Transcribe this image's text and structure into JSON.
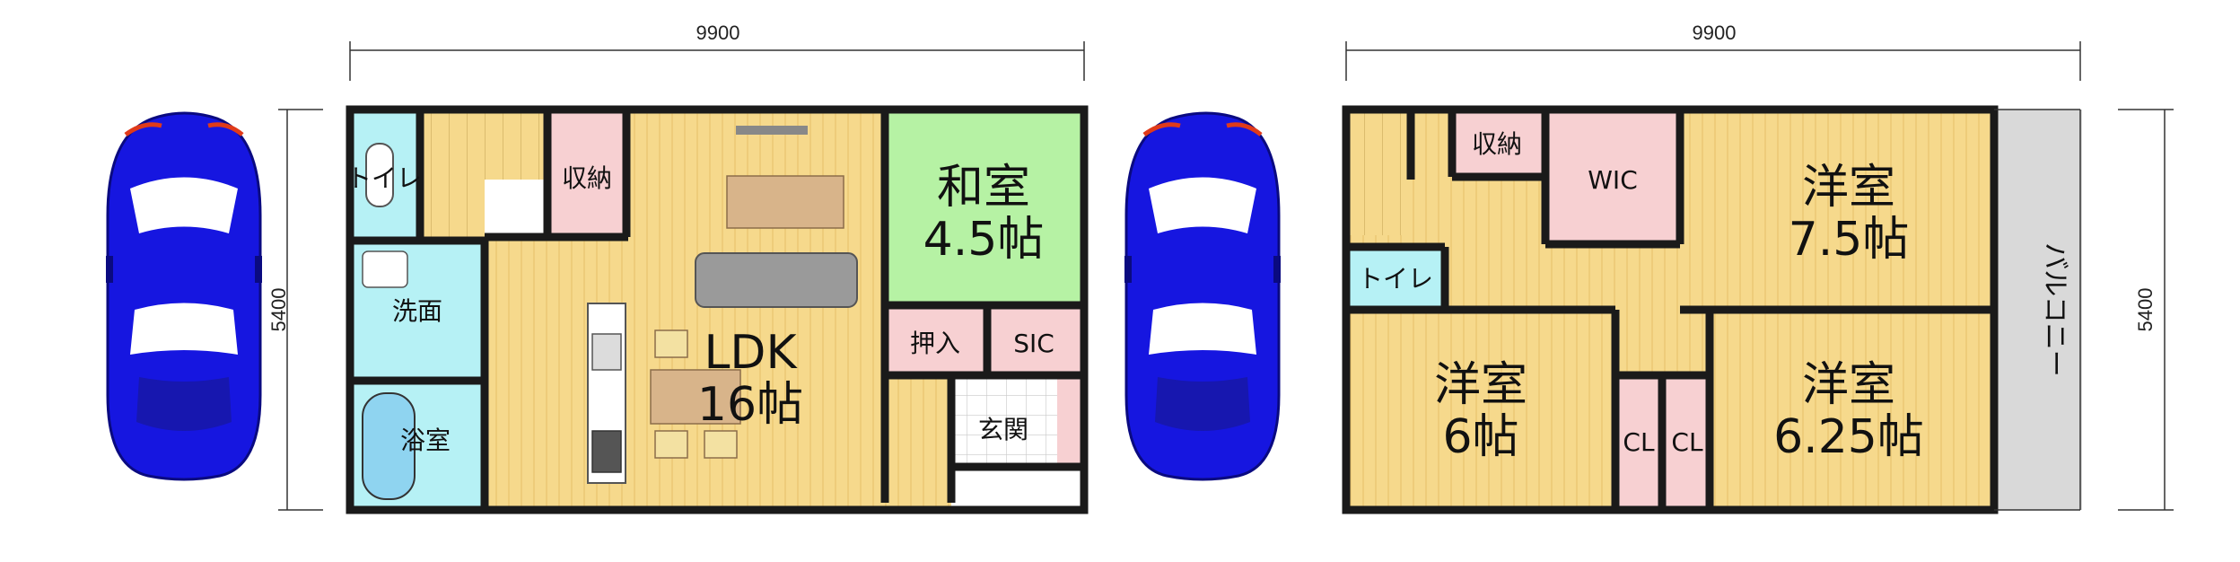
{
  "floor1": {
    "dim_top": "9900",
    "dim_side": "5400",
    "rooms": {
      "toilet": "トイレ",
      "storage": "収納",
      "washroom": "洗面",
      "bath": "浴室",
      "ldk_name": "LDK",
      "ldk_size": "16帖",
      "washitsu_name": "和室",
      "washitsu_size": "4.5帖",
      "oshiire": "押入",
      "sic": "SIC",
      "genkan": "玄関"
    }
  },
  "floor2": {
    "dim_top": "9900",
    "dim_side": "5400",
    "rooms": {
      "storage": "収納",
      "wic": "WIC",
      "toilet": "トイレ",
      "bed1_name": "洋室",
      "bed1_size": "7.5帖",
      "bed2_name": "洋室",
      "bed2_size": "6帖",
      "bed3_name": "洋室",
      "bed3_size": "6.25帖",
      "cl1": "CL",
      "cl2": "CL",
      "balcony": "バルコニー"
    }
  },
  "colors": {
    "wood_floor": "#f6d98c",
    "tatami": "#b6f2a4",
    "wet_area": "#b6f1f5",
    "storage": "#f7d0d2",
    "balcony": "#d9d9d9",
    "wall": "#1a1a1a",
    "car_body": "#1616e0"
  }
}
